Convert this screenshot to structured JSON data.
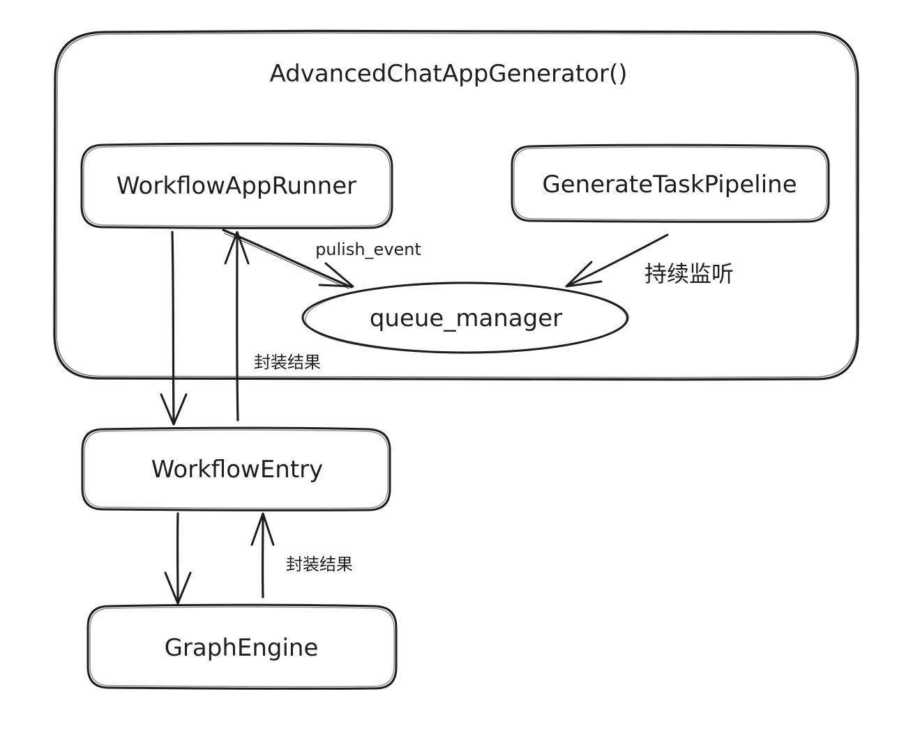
{
  "diagram": {
    "container": {
      "title": "AdvancedChatAppGenerator()"
    },
    "nodes": {
      "workflow_app_runner": "WorkflowAppRunner",
      "generate_task_pipeline": "GenerateTaskPipeline",
      "queue_manager": "queue_manager",
      "workflow_entry": "WorkflowEntry",
      "graph_engine": "GraphEngine"
    },
    "edges": {
      "runner_to_queue": "pulish_event",
      "pipeline_to_queue": "持续监听",
      "entry_to_runner": "封装结果",
      "engine_to_entry": "封装结果"
    },
    "colors": {
      "stroke": "#1e1e1e",
      "background": "#ffffff"
    }
  }
}
